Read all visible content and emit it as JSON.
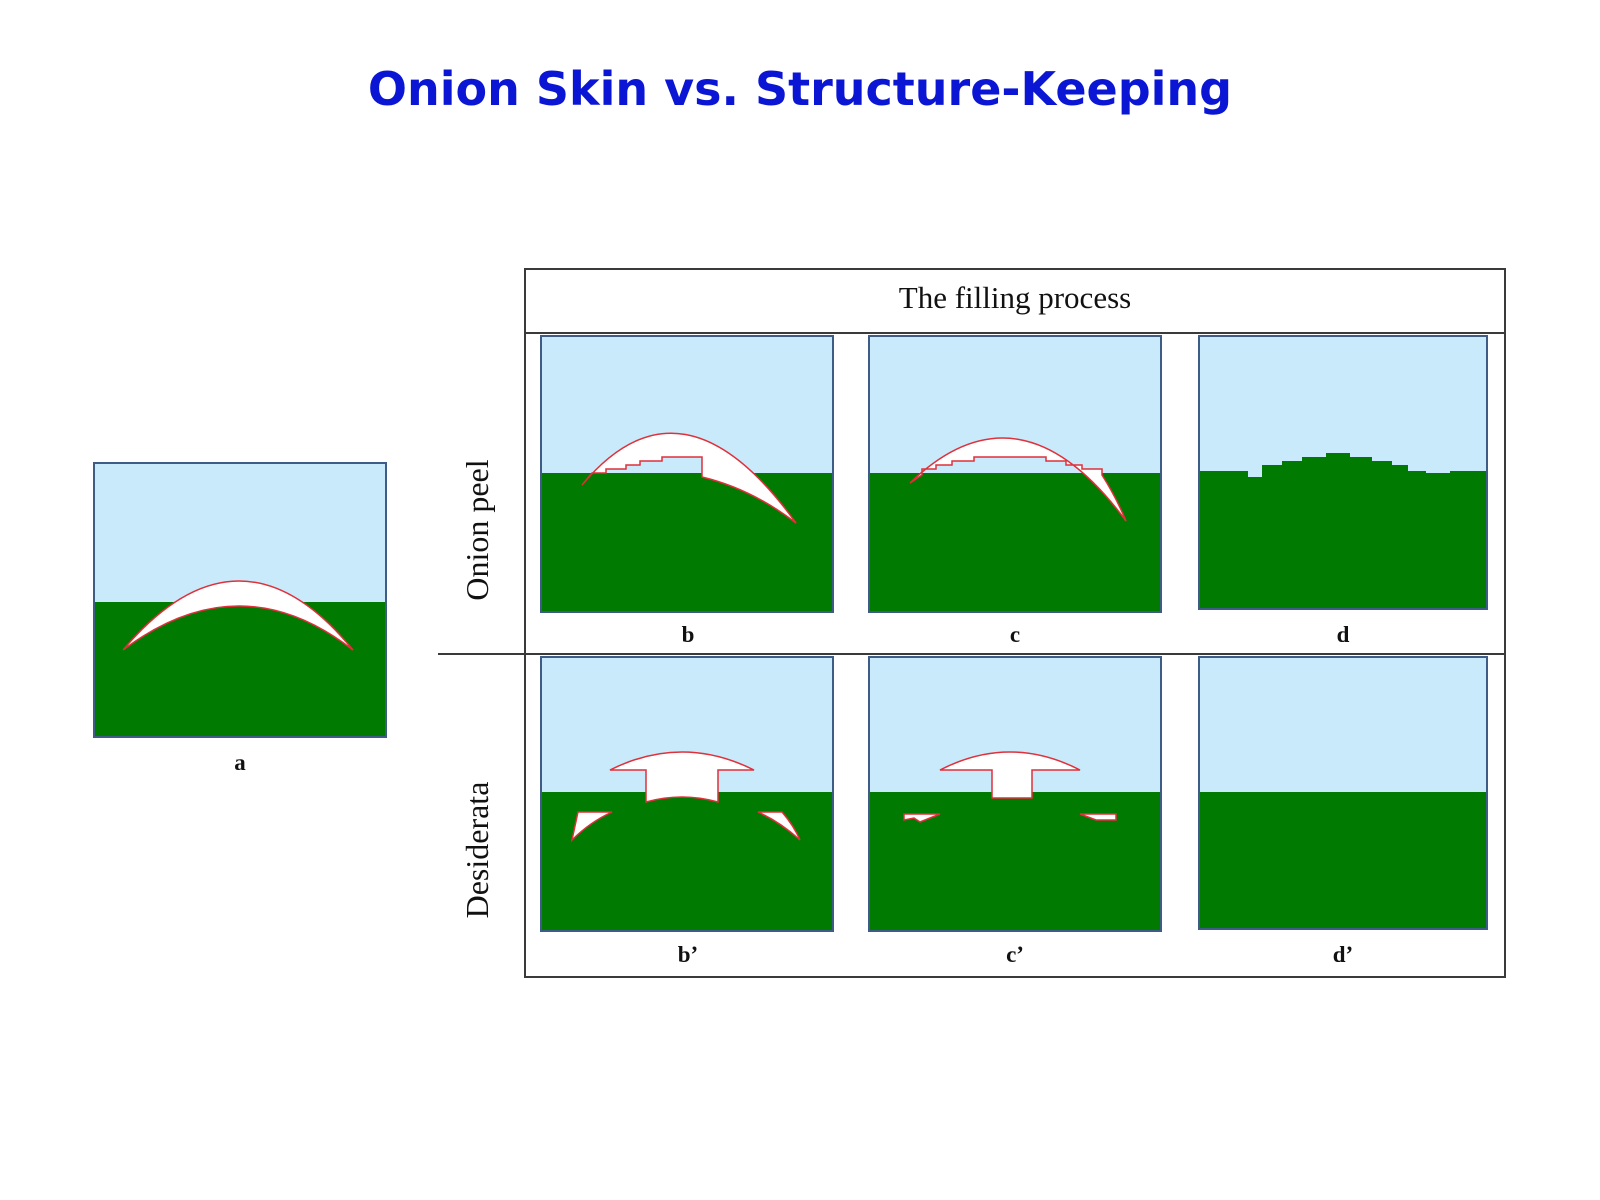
{
  "title": "Onion Skin vs. Structure-Keeping",
  "grid": {
    "header": "The filling process",
    "row_labels": {
      "onion_peel": "Onion peel",
      "desiderata": "Desiderata"
    }
  },
  "labels": {
    "a": "a",
    "b": "b",
    "c": "c",
    "d": "d",
    "b_prime": "b’",
    "c_prime": "c’",
    "d_prime": "d’"
  },
  "colors": {
    "title": "#0a16d4",
    "sky": "#c9eafb",
    "ground": "#007a00",
    "hole": "#ffffff",
    "hole_outline": "#e0303a",
    "frame": "#3f5c86"
  }
}
